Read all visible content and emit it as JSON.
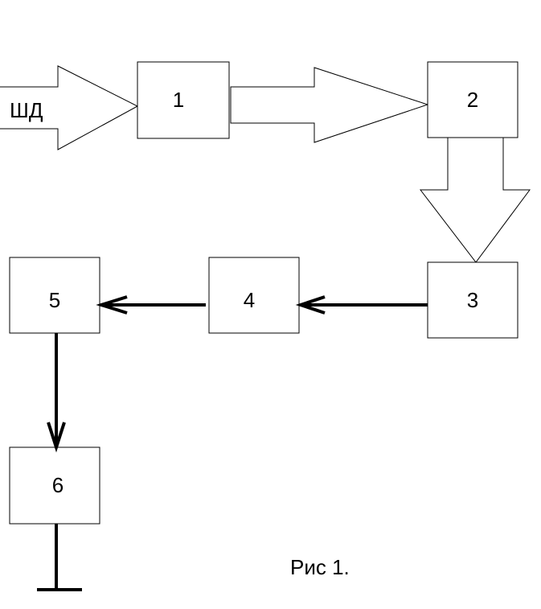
{
  "diagram": {
    "input_label": "ШД",
    "blocks": [
      "1",
      "2",
      "3",
      "4",
      "5",
      "6"
    ],
    "caption": "Рис 1."
  }
}
